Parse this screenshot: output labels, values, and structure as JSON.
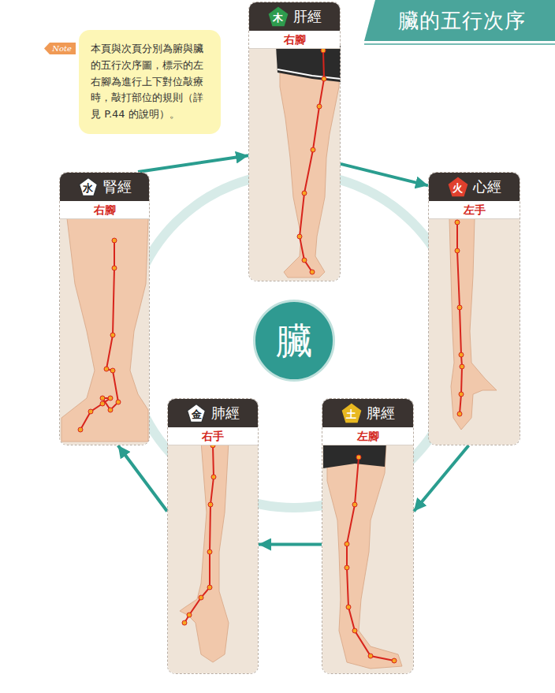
{
  "diagram": {
    "title": "臟的五行次序",
    "nodes": [
      {
        "text": [
          "本頁與次頁分別為腑與臟的五行次序圖，標示的左右腳為進行上下對位敲療時，敲打部位的規則（詳見 P.44 的說明）。"
        ]
      },
      {
        "text": [
          "Note"
        ],
        "in": 0
      },
      {
        "text": [
          "肝經",
          "右腳"
        ]
      },
      {
        "text": [
          "木"
        ],
        "in": 2
      },
      {
        "text": [
          "腎經",
          "右腳"
        ]
      },
      {
        "text": [
          "水"
        ],
        "in": 4
      },
      {
        "text": [
          "心經",
          "左手"
        ]
      },
      {
        "text": [
          "火"
        ],
        "in": 6
      },
      {
        "text": [
          "臟"
        ]
      },
      {
        "text": [
          "肺經",
          "右手"
        ]
      },
      {
        "text": [
          "金"
        ],
        "in": 9
      },
      {
        "text": [
          "脾經",
          "左腳"
        ]
      },
      {
        "text": [
          "土"
        ],
        "in": 11
      }
    ],
    "edges": [
      {
        "from": 2,
        "to": 6,
        "arrow": "to"
      },
      {
        "from": 6,
        "to": 11,
        "arrow": "to"
      },
      {
        "from": 11,
        "to": 9,
        "arrow": "to"
      },
      {
        "from": 9,
        "to": 4,
        "arrow": "to"
      },
      {
        "from": 4,
        "to": 2,
        "arrow": "to"
      }
    ]
  }
}
